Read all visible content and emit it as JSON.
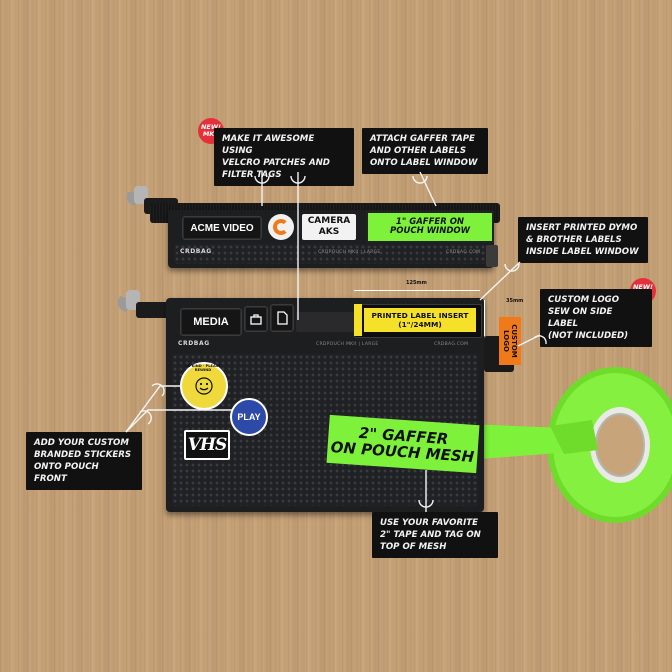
{
  "badges": {
    "top": "NEW!\nMKII",
    "right": "NEW!\nMKII"
  },
  "callouts": {
    "velcro": "MAKE IT AWESOME USING\nVELCRO PATCHES AND\nFILTER TAGS",
    "gaffer_window": "ATTACH GAFFER TAPE\nAND OTHER LABELS\nONTO LABEL WINDOW",
    "dymo": "INSERT PRINTED DYMO\n& BROTHER LABELS\nINSIDE LABEL WINDOW",
    "custom_logo": "CUSTOM LOGO\nSEW ON SIDE LABEL\n(NOT INCLUDED)",
    "stickers": "ADD YOUR CUSTOM\nBRANDED STICKERS\nONTO POUCH FRONT",
    "mesh_tape": "USE YOUR FAVORITE\n2\" TAPE AND TAG ON\nTOP OF MESH"
  },
  "top_pouch": {
    "patch_acme": "ACME VIDEO",
    "patch_camera": "CAMERA\nAKS",
    "gaffer_label": "1\" GAFFER ON\nPOUCH WINDOW",
    "brand": "CRDBAG",
    "model": "CRDPOUCH MKII | LARGE",
    "brand_right": "CRDBAG.COM"
  },
  "bottom_pouch": {
    "patch_media": "MEDIA",
    "printed_label": "PRINTED LABEL INSERT\n(1\"/24MM)",
    "dim_width": "125mm",
    "dim_height": "35mm",
    "brand": "CRDBAG",
    "model": "CRDPOUCH MKII | LARGE",
    "brand_right": "CRDBAG.COM",
    "side_label": "CUSTOM\nLOGO",
    "sticker_smiley": "BE KIND · PLEASE REWIND",
    "sticker_play": "PLAY",
    "sticker_vhs": "VHS",
    "gaffer_mesh": "2\" GAFFER\nON POUCH MESH"
  },
  "colors": {
    "gaffer": "#7ef23a",
    "badge": "#e4303a",
    "label_yellow": "#f5e12a",
    "side_orange": "#f07a1a",
    "play_blue": "#2e4aa8",
    "smiley_yellow": "#f0d93a"
  }
}
